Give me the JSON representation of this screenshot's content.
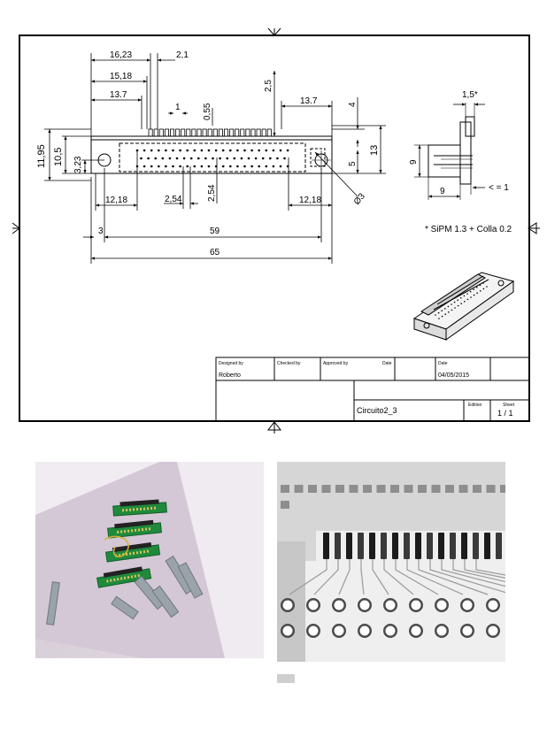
{
  "drawing": {
    "dimensions": {
      "d_16_23": "16,23",
      "d_2_1": "2,1",
      "d_15_18": "15,18",
      "d_13_7_a": "13.7",
      "d_1": "1",
      "d_0_55": "0,55",
      "d_2_5": "2,5",
      "d_13_7_b": "13.7",
      "d_4": "4",
      "d_1_5": "1,5*",
      "d_11_95": "11,95",
      "d_10_5": "10,5",
      "d_3_23": "3,23",
      "d_13": "13",
      "d_5": "5",
      "d_phi3": "Ø3",
      "d_12_18_a": "12,18",
      "d_2_54_a": "2,54",
      "d_2_54_b": "2,54",
      "d_12_18_b": "12,18",
      "d_3": "3",
      "d_59": "59",
      "d_65": "65",
      "d_9_v": "9",
      "d_9_h": "9",
      "d_le_1": "< = 1"
    },
    "note": "* SiPM 1.3 + Colla 0.2",
    "title_block": {
      "designed_by_label": "Designed by",
      "checked_by_label": "Checked by",
      "approved_by_label": "Approved by",
      "date_label_1": "Date",
      "date_label_2": "Date",
      "designer": "Roberto",
      "date_value": "04/05/2015",
      "title": "Circuito2_3",
      "edition_label": "Edition",
      "sheet_label": "Sheet",
      "sheet_value": "1 / 1"
    }
  },
  "colors": {
    "line": "#000000",
    "photo_background": "#e3dbe4",
    "xray_background": "#d9d9d9"
  }
}
